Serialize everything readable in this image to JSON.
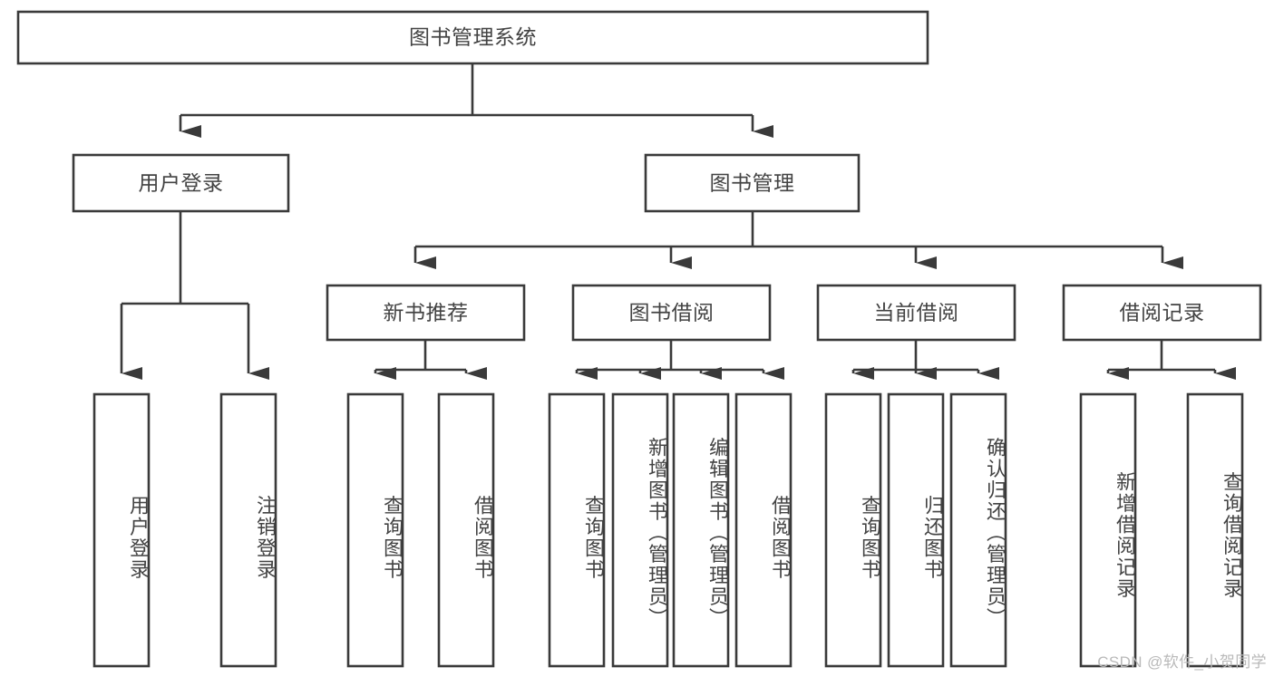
{
  "diagram": {
    "type": "tree-hierarchy-chart",
    "title": "图书管理系统",
    "watermark": "CSDN @软件_小贺同学",
    "colors": {
      "stroke": "#3a3a3a",
      "text": "#434343",
      "background": "#ffffff",
      "watermark": "#b9b9b9"
    },
    "levels": [
      {
        "level": 1,
        "nodes": [
          {
            "id": "root",
            "label": "图书管理系统",
            "orientation": "horizontal"
          }
        ]
      },
      {
        "level": 2,
        "nodes": [
          {
            "id": "login",
            "label": "用户登录",
            "orientation": "horizontal",
            "parent": "root"
          },
          {
            "id": "bookmgmt",
            "label": "图书管理",
            "orientation": "horizontal",
            "parent": "root"
          }
        ]
      },
      {
        "level": 3,
        "nodes": [
          {
            "id": "newbook",
            "label": "新书推荐",
            "orientation": "horizontal",
            "parent": "bookmgmt"
          },
          {
            "id": "borrow",
            "label": "图书借阅",
            "orientation": "horizontal",
            "parent": "bookmgmt"
          },
          {
            "id": "current",
            "label": "当前借阅",
            "orientation": "horizontal",
            "parent": "bookmgmt"
          },
          {
            "id": "records",
            "label": "借阅记录",
            "orientation": "horizontal",
            "parent": "bookmgmt"
          }
        ]
      },
      {
        "level": 4,
        "nodes": [
          {
            "id": "leaf-1",
            "label": "用户登录",
            "orientation": "vertical",
            "parent": "login"
          },
          {
            "id": "leaf-2",
            "label": "注销登录",
            "orientation": "vertical",
            "parent": "login"
          },
          {
            "id": "leaf-3",
            "label": "查询图书",
            "orientation": "vertical",
            "parent": "newbook"
          },
          {
            "id": "leaf-4",
            "label": "借阅图书",
            "orientation": "vertical",
            "parent": "newbook"
          },
          {
            "id": "leaf-5",
            "label": "查询图书",
            "orientation": "vertical",
            "parent": "borrow"
          },
          {
            "id": "leaf-6",
            "label": "新增图书（管理员）",
            "orientation": "vertical",
            "parent": "borrow"
          },
          {
            "id": "leaf-7",
            "label": "编辑图书（管理员）",
            "orientation": "vertical",
            "parent": "borrow"
          },
          {
            "id": "leaf-8",
            "label": "借阅图书",
            "orientation": "vertical",
            "parent": "borrow"
          },
          {
            "id": "leaf-9",
            "label": "查询图书",
            "orientation": "vertical",
            "parent": "current"
          },
          {
            "id": "leaf-10",
            "label": "归还图书",
            "orientation": "vertical",
            "parent": "current"
          },
          {
            "id": "leaf-11",
            "label": "确认归还（管理员）",
            "orientation": "vertical",
            "parent": "current"
          },
          {
            "id": "leaf-12",
            "label": "新增借阅记录",
            "orientation": "vertical",
            "parent": "records"
          },
          {
            "id": "leaf-13",
            "label": "查询借阅记录",
            "orientation": "vertical",
            "parent": "records"
          }
        ]
      }
    ]
  }
}
